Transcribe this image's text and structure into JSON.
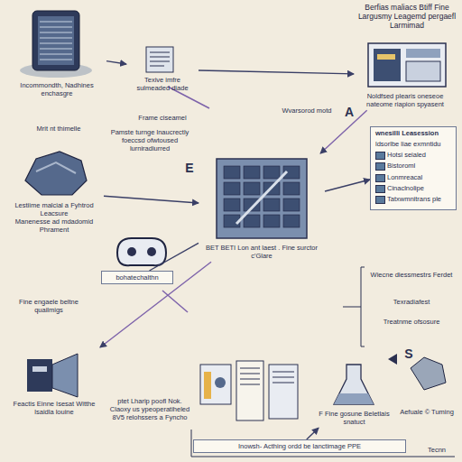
{
  "diagram": {
    "title": "Berfias maliacs Btiff Fine Largusmy Leagemd pergaefl Larmimad",
    "nodes": [
      {
        "text": [
          "Incommondth, Nadhines enchasgre"
        ]
      },
      {
        "text": [
          "Texive imfre sulmeaded diade"
        ]
      },
      {
        "text": [
          "Noldfsed plearis oneseoe nateome riapion spyasent"
        ]
      },
      {
        "text": [
          "BET BETI Lon ant laest . Fine surctor c'Glare"
        ]
      },
      {
        "text": [
          "Lestiime malcial a Fyhtrod Leacsure",
          "Manenesse ad mdadomid Phrament"
        ]
      },
      {
        "text": [
          "wnesilli Leasession",
          "ldsorlbe liae exmntidu",
          "Hotsi seialed",
          "Bistoroml",
          "Lonmreacal",
          "Cinaclnolipe",
          "Tatxwmnitrans ple"
        ]
      },
      {
        "text": [
          "bohatechalthn"
        ]
      },
      {
        "text": [
          "Feactis Einne Isesat Witthe lsaidla louine"
        ]
      },
      {
        "text": [
          "Inowsh- Acthing ordd be lanctimage PPE"
        ]
      },
      {
        "text": [
          "F Fine gosune Beletlais snatuct"
        ]
      }
    ],
    "edges": [
      {
        "from": 0,
        "to": 1,
        "arrow": "to"
      },
      {
        "from": 1,
        "to": 2,
        "arrow": "to"
      },
      {
        "from": 2,
        "to": 3,
        "arrow": "to"
      },
      {
        "from": 4,
        "to": 3,
        "arrow": "to"
      },
      {
        "from": 3,
        "to": 5,
        "arrow": "to"
      },
      {
        "from": 6,
        "to": 3,
        "arrow": "none"
      },
      {
        "from": 3,
        "to": 7,
        "arrow": "to"
      },
      {
        "from": 8,
        "to": 9,
        "arrow": "to"
      }
    ],
    "labels": [
      "Mrit nt thimelle",
      "Frame ciseamel",
      "Pamste turnge lnaucrectly foeccsd ofwtoused lurniradiurred",
      "A",
      "Wvarsorod motd",
      "Fine engaele beltne quailmigs",
      "E",
      "Wiecne diessmestrs Ferdet",
      "Texradiafest",
      "Treatnme ofsosure",
      "ptet Lharip poofl Nok. Claoxy us ypeoperatiheled 8V5 relohssers a Fyncho",
      "S",
      "Aefuale © Tuming",
      "Tecnn"
    ]
  }
}
